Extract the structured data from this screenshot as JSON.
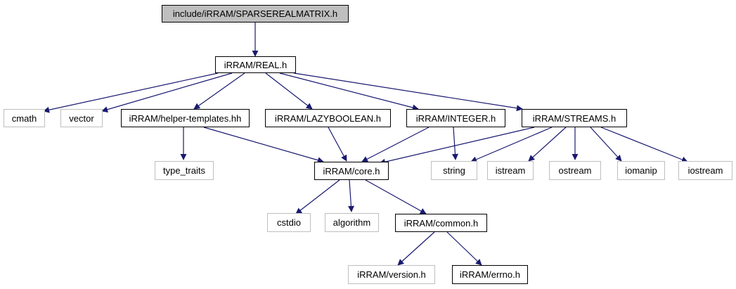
{
  "colors": {
    "edge": "#191970",
    "local_border": "#000000",
    "system_border": "#bfbfbf",
    "root_fill": "#bfbfbf"
  },
  "nodes": {
    "root": "include/iRRAM/SPARSEREALMATRIX.h",
    "real_h": "iRRAM/REAL.h",
    "cmath": "cmath",
    "vector": "vector",
    "helper_templates": "iRRAM/helper-templates.hh",
    "lazyboolean": "iRRAM/LAZYBOOLEAN.h",
    "integer": "iRRAM/INTEGER.h",
    "streams": "iRRAM/STREAMS.h",
    "type_traits": "type_traits",
    "core": "iRRAM/core.h",
    "string": "string",
    "istream": "istream",
    "ostream": "ostream",
    "iomanip": "iomanip",
    "iostream": "iostream",
    "cstdio": "cstdio",
    "algorithm": "algorithm",
    "common": "iRRAM/common.h",
    "version": "iRRAM/version.h",
    "errno": "iRRAM/errno.h"
  }
}
